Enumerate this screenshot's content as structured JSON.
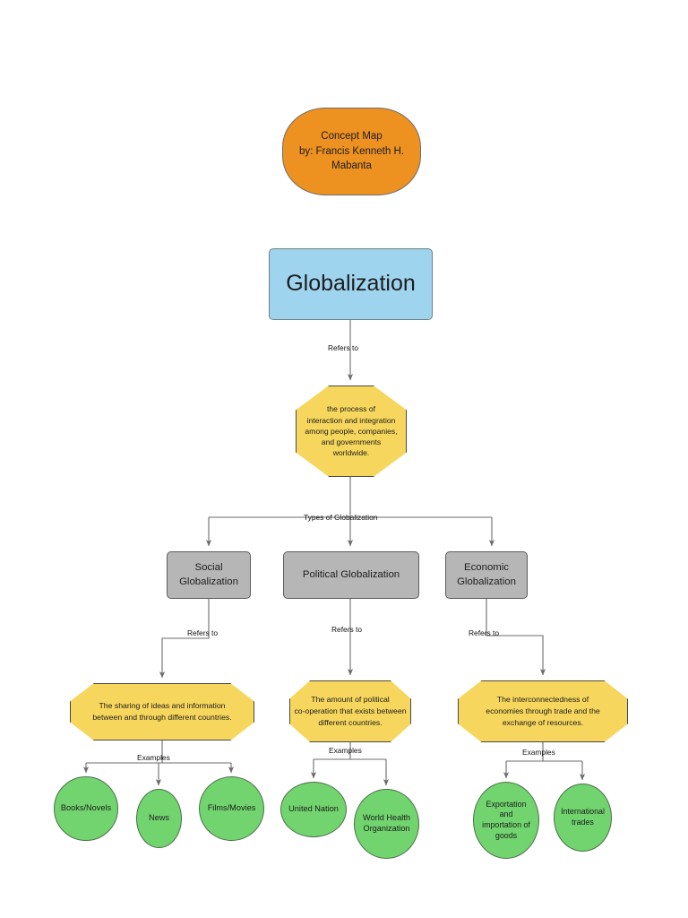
{
  "document": {
    "title": "Concept Map",
    "background": "#ffffff"
  },
  "palette": {
    "title_fill": "#ED9121",
    "main_fill": "#9FD4EF",
    "definition_fill": "#F6D65C",
    "type_fill": "#B6B6B6",
    "example_fill": "#71D46E",
    "edge_stroke": "#6b6b6b"
  },
  "nodes": {
    "title": {
      "label": "Concept Map\nby: Francis Kenneth H.\nMabanta",
      "shape": "rounded-pill"
    },
    "main": {
      "label": "Globalization",
      "shape": "rectangle"
    },
    "definition": {
      "label": "the process of\ninteraction and integration\namong people, companies,\nand governments\nworldwide.",
      "shape": "octagon"
    },
    "types": [
      {
        "id": "social",
        "label": "Social\nGlobalization",
        "shape": "rectangle"
      },
      {
        "id": "political",
        "label": "Political Globalization",
        "shape": "rectangle"
      },
      {
        "id": "economic",
        "label": "Economic\nGlobalization",
        "shape": "rectangle"
      }
    ],
    "definitions": [
      {
        "id": "social-def",
        "label": "The sharing of ideas and information\nbetween and through different countries.",
        "shape": "octagon"
      },
      {
        "id": "political-def",
        "label": "The amount of political\nco-operation that exists between\ndifferent countries.",
        "shape": "octagon"
      },
      {
        "id": "economic-def",
        "label": "The interconnectedness of\neconomies through trade and the\nexchange of resources.",
        "shape": "octagon"
      }
    ],
    "examples": {
      "social": [
        {
          "id": "books",
          "label": "Books/Novels"
        },
        {
          "id": "news",
          "label": "News"
        },
        {
          "id": "films",
          "label": "Films/Movies"
        }
      ],
      "political": [
        {
          "id": "united-nation",
          "label": "United Nation"
        },
        {
          "id": "who",
          "label": "World Health\nOrganization"
        }
      ],
      "economic": [
        {
          "id": "export-import",
          "label": "Exportation\nand\nimportation of\ngoods"
        },
        {
          "id": "international-trades",
          "label": "International\ntrades"
        }
      ]
    }
  },
  "edge_labels": {
    "refers_to_main": "Refers to",
    "types_of_globalization": "Types of Globalization",
    "refers_to_social": "Refers to",
    "refers_to_political": "Refers to",
    "refers_to_economic": "Refers to",
    "examples_social": "Examples",
    "examples_political": "Examples",
    "examples_economic": "Examples"
  }
}
